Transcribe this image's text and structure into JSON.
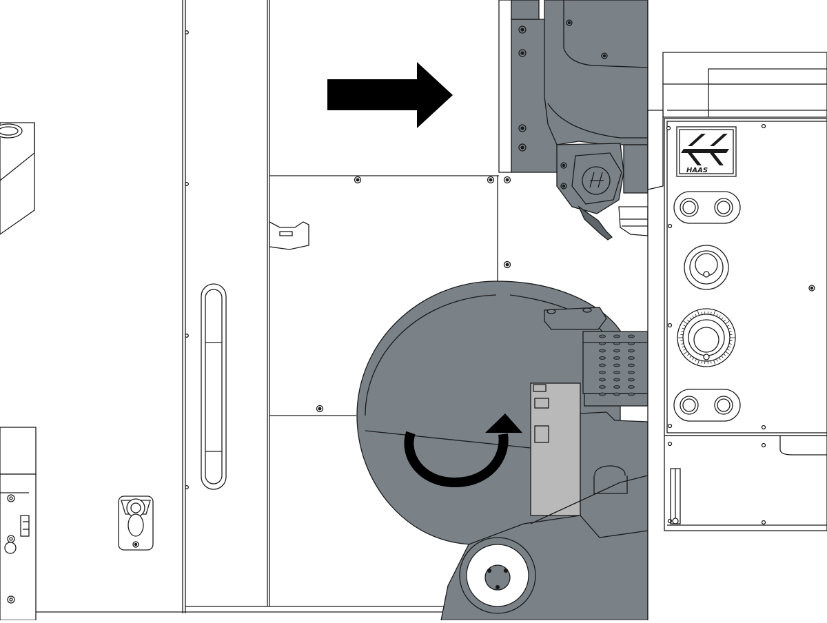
{
  "brand": {
    "logo_text": "HAAS"
  },
  "colors": {
    "machine_gray": "#7a8288",
    "machine_dark": "#5f666b",
    "panel_bg": "#ffffff",
    "line": "#1a1a1a",
    "arrow": "#000000",
    "fixture_plate": "#b9b9b9"
  },
  "annotations": {
    "linear_arrow": {
      "icon": "arrow-right-icon",
      "meaning": "slide right"
    },
    "rotary_arrow": {
      "icon": "rotate-clockwise-icon",
      "meaning": "rotate"
    }
  },
  "control_pendant": {
    "icon_top_buttons": "twin-round-buttons",
    "icon_knob": "rotary-knob",
    "icon_jog": "jog-handwheel",
    "icon_bottom_buttons": "twin-round-buttons"
  }
}
